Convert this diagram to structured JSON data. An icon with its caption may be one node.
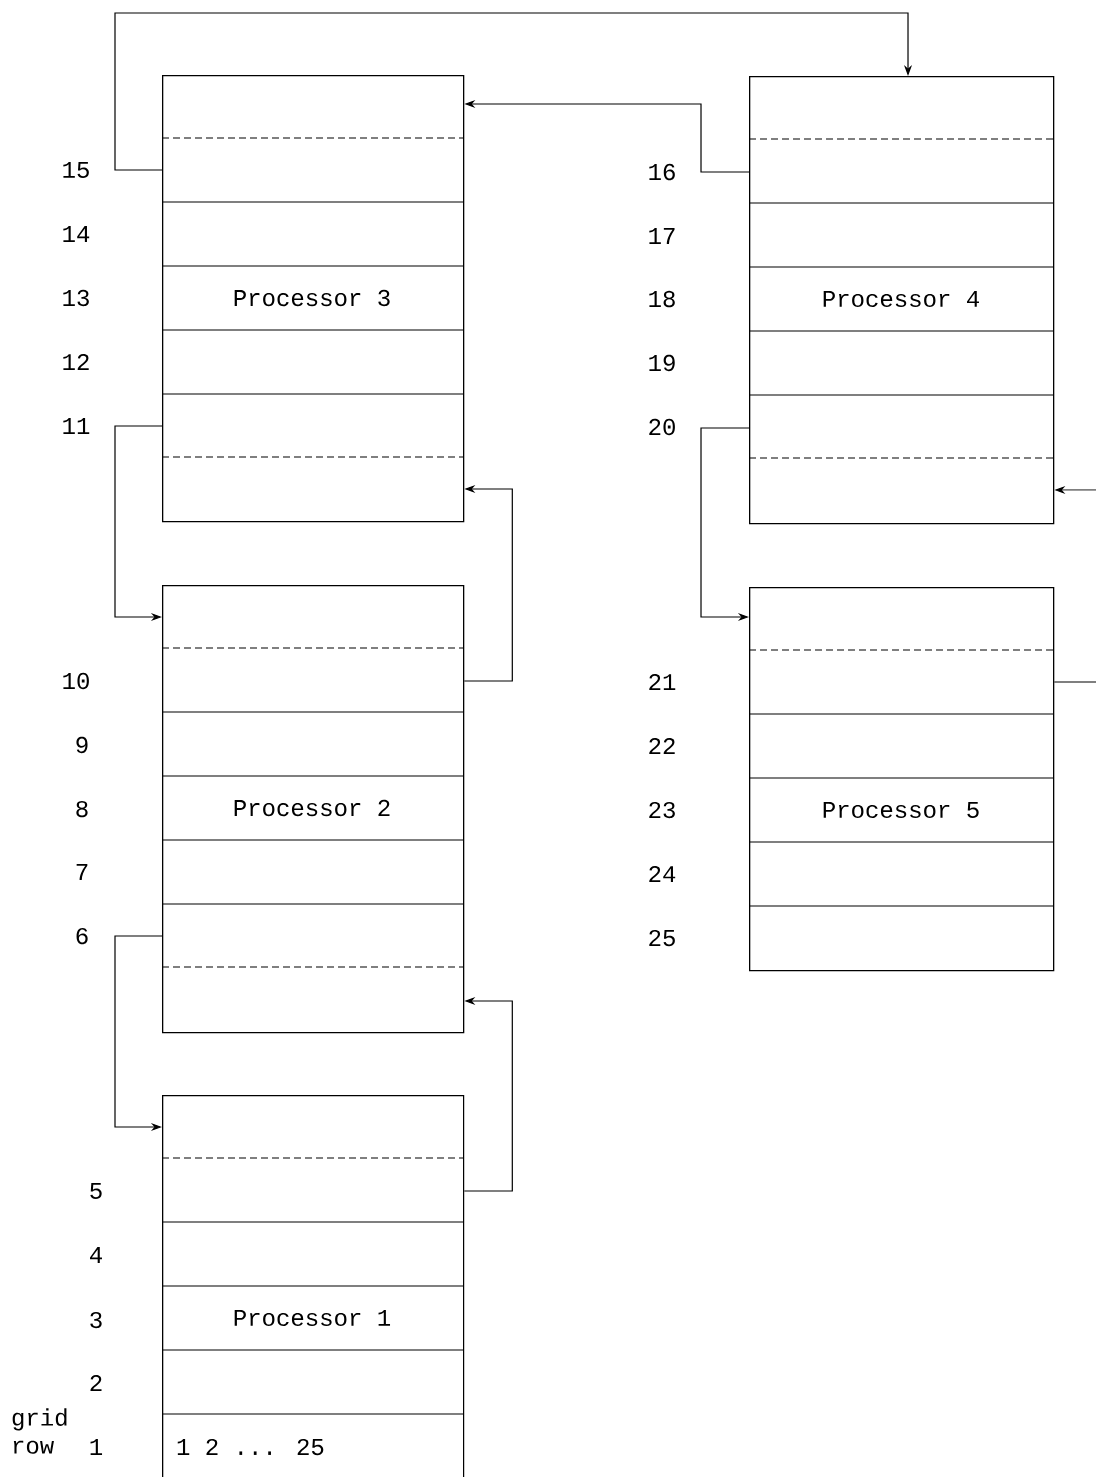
{
  "diagram": {
    "nodes": [
      {
        "text": [
          "Processor 3"
        ]
      },
      {
        "text": [
          "Processor 4"
        ]
      },
      {
        "text": [
          "Processor 2"
        ]
      },
      {
        "text": [
          "Processor 5"
        ]
      },
      {
        "text": [
          "Processor 1"
        ]
      }
    ],
    "edges": [
      {
        "from": 0,
        "to": 1,
        "arrow": "to"
      },
      {
        "from": 1,
        "to": 0,
        "arrow": "to"
      },
      {
        "from": 0,
        "to": 2,
        "arrow": "to"
      },
      {
        "from": 2,
        "to": 0,
        "arrow": "to"
      },
      {
        "from": 2,
        "to": 4,
        "arrow": "to"
      },
      {
        "from": 4,
        "to": 2,
        "arrow": "to"
      },
      {
        "from": 1,
        "to": 3,
        "arrow": "to"
      },
      {
        "from": 3,
        "to": null,
        "arrow": "none"
      },
      {
        "from": null,
        "to": 1,
        "arrow": "to"
      }
    ],
    "labels": [
      "15",
      "16",
      "14",
      "17",
      "13",
      "18",
      "12",
      "19",
      "11",
      "20",
      "10",
      "21",
      "9",
      "22",
      "8",
      "23",
      "7",
      "24",
      "6",
      "25",
      "5",
      "4",
      "3",
      "2",
      "grid row",
      "1",
      "1 2 ... 25"
    ]
  }
}
